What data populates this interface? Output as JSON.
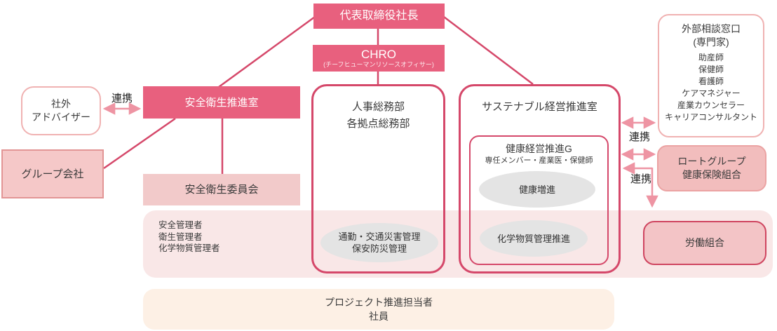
{
  "labels": {
    "renkei": "連携"
  },
  "colors": {
    "main_pink": "#e8607e",
    "frame_pink": "#d5486a",
    "arrow_pink": "#ee94a3",
    "light_fill": "#f4c8c8",
    "band_pink": "#f9e7e7",
    "band_peach": "#fdf0e5",
    "ellipse_gray": "#e4e4e4"
  },
  "nodes": {
    "president": {
      "label": "代表取締役社長"
    },
    "chro": {
      "label": "CHRO",
      "subtitle": "(チーフヒューマンリソースオフィサー)"
    },
    "external_advisor": {
      "line1": "社外",
      "line2": "アドバイザー"
    },
    "safety_office": {
      "label": "安全衛生推進室"
    },
    "group_company": {
      "label": "グループ会社"
    },
    "safety_committee": {
      "label": "安全衛生委員会"
    },
    "hr_dept": {
      "line1": "人事総務部",
      "line2": "各拠点総務部"
    },
    "commute_ellipse": {
      "line1": "通勤・交通災害管理",
      "line2": "保安防災管理"
    },
    "sustainable_office": {
      "label": "サステナブル経営推進室"
    },
    "health_group": {
      "title": "健康経営推進G",
      "subtitle": "専任メンバー・産業医・保健師"
    },
    "health_ellipse": {
      "label": "健康増進"
    },
    "chemical_ellipse": {
      "label": "化学物質管理推進"
    },
    "external_consult": {
      "title1": "外部相談窓口",
      "title2": "(専門家)",
      "items": [
        "助産師",
        "保健師",
        "看護師",
        "ケアマネジャー",
        "産業カウンセラー",
        "キャリアコンサルタント"
      ]
    },
    "insurance": {
      "line1": "ロートグループ",
      "line2": "健康保険組合"
    },
    "union": {
      "label": "労働組合"
    },
    "managers_band": {
      "items": [
        "安全管理者",
        "衛生管理者",
        "化学物質管理者"
      ]
    },
    "project_band": {
      "line1": "プロジェクト推進担当者",
      "line2": "社員"
    }
  }
}
